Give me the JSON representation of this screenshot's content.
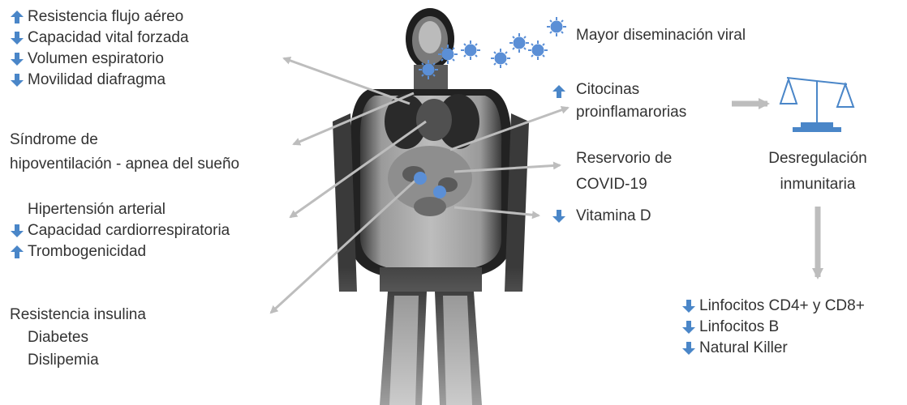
{
  "colors": {
    "arrow_blue": "#4a86c8",
    "virus_blue": "#5b8fd6",
    "connector_gray": "#bdbdbd",
    "text": "#333333"
  },
  "left": {
    "respiratory": [
      {
        "dir": "up",
        "text": "Resistencia flujo aéreo"
      },
      {
        "dir": "down",
        "text": "Capacidad vital forzada"
      },
      {
        "dir": "down",
        "text": "Volumen espiratorio"
      },
      {
        "dir": "down",
        "text": "Movilidad diafragma"
      }
    ],
    "sleep": [
      "Síndrome de",
      "hipoventilación - apnea del sueño"
    ],
    "cardio": [
      {
        "dir": "none",
        "text": "Hipertensión arterial"
      },
      {
        "dir": "down",
        "text": "Capacidad cardiorrespiratoria"
      },
      {
        "dir": "up",
        "text": "Trombogenicidad"
      }
    ],
    "metabolic": [
      "Resistencia insulina",
      "Diabetes",
      "Dislipemia"
    ]
  },
  "right": {
    "viral": "Mayor diseminación viral",
    "cytokines": {
      "dir": "up",
      "lines": [
        "Citocinas",
        "proinflamarorias"
      ]
    },
    "reservoir": [
      "Reservorio de",
      "COVID-19"
    ],
    "vitamin": {
      "dir": "down",
      "text": "Vitamina D"
    },
    "dysregulation": [
      "Desregulación",
      "inmunitaria"
    ],
    "cells": [
      {
        "dir": "down",
        "text": "Linfocitos CD4+ y CD8+"
      },
      {
        "dir": "down",
        "text": "Linfocitos B"
      },
      {
        "dir": "down",
        "text": "Natural Killer"
      }
    ]
  },
  "icons": {
    "scale": "balance-scale-icon",
    "virus": "virus-icon",
    "body": "body-mri-icon"
  }
}
